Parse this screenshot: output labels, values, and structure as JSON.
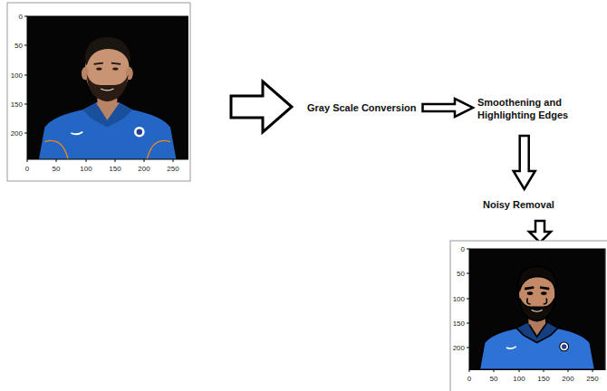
{
  "diagram": {
    "nodes": [
      {
        "text": [
          "Gray Scale Conversion"
        ]
      },
      {
        "text": [
          "Smoothening and Highlighting Edges"
        ]
      },
      {
        "text": [
          "Noisy Removal"
        ]
      }
    ],
    "edges": [
      {
        "from": 0,
        "to": 1,
        "arrow": "to"
      },
      {
        "from": 1,
        "to": 2,
        "arrow": "to"
      }
    ],
    "labels": [
      "0",
      "50",
      "100",
      "150",
      "200",
      "0",
      "50",
      "100",
      "150",
      "200",
      "250",
      "0",
      "50",
      "100",
      "150",
      "200",
      "0",
      "50",
      "100",
      "150",
      "200",
      "250"
    ]
  }
}
